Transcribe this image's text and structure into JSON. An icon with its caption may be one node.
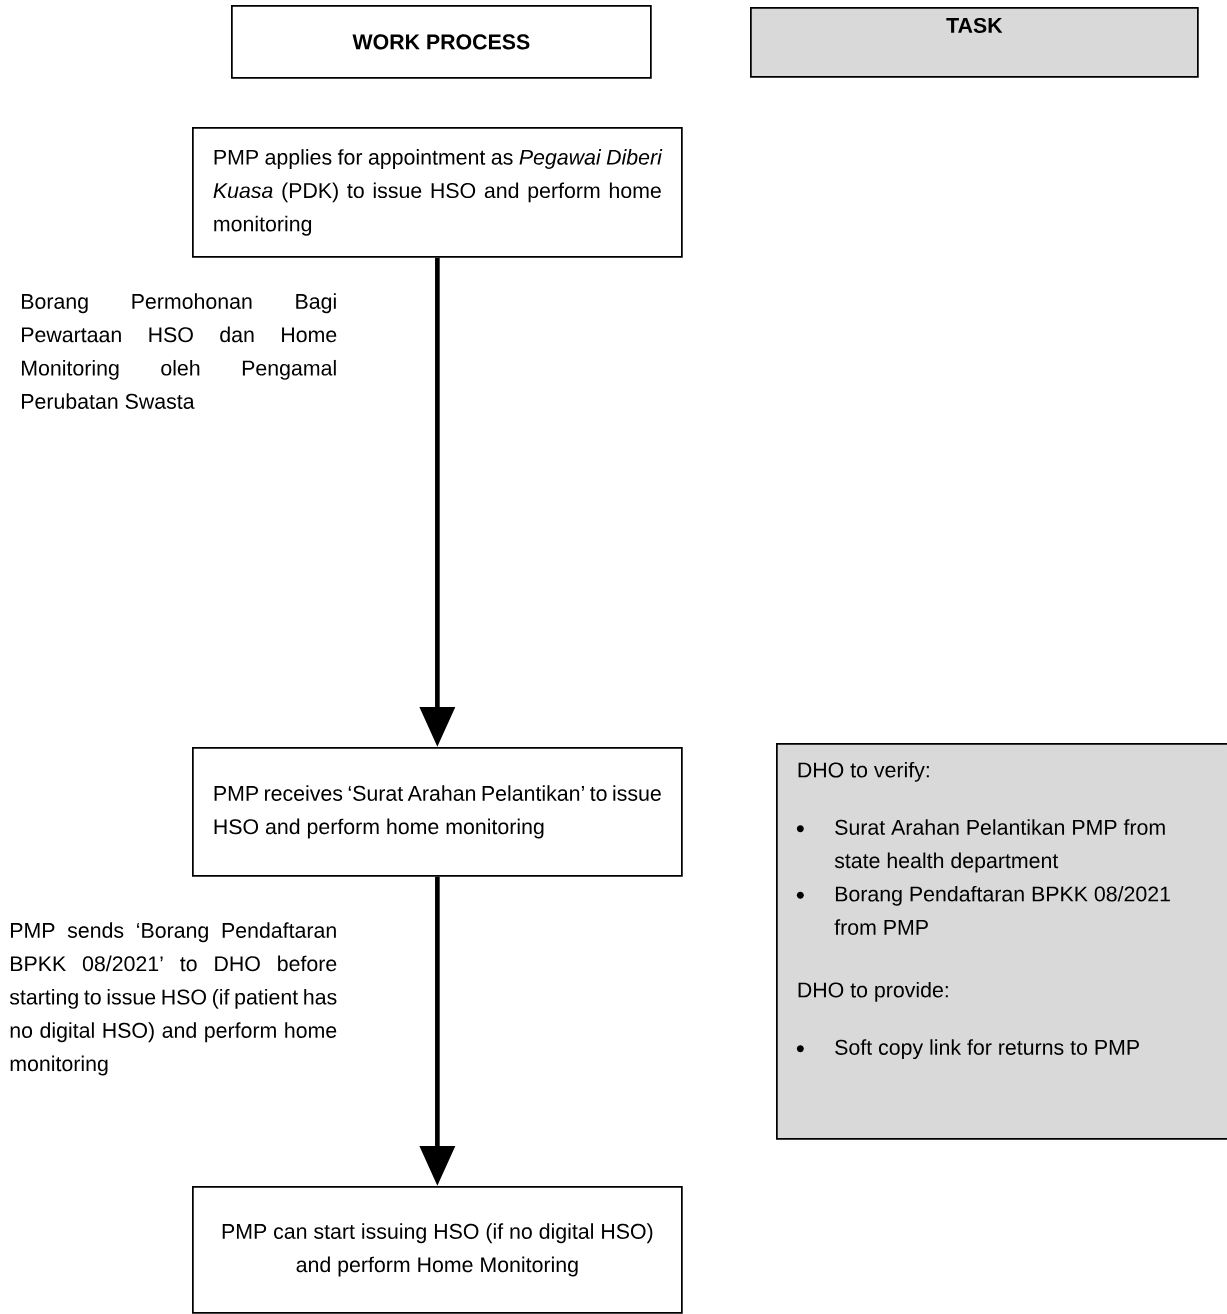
{
  "diagram": {
    "nodes": [
      {
        "text": [
          "WORK PROCESS"
        ]
      },
      {
        "text": [
          "TASK"
        ]
      },
      {
        "text": [
          "PMP  applies for appointment as *Pegawai Diberi Kuasa* (PDK) to issue HSO and perform home monitoring"
        ]
      },
      {
        "text": [
          "PMP receives ‘Surat Arahan Pelantikan’ to issue HSO and perform home monitoring"
        ]
      },
      {
        "text": [
          "PMP can start issuing HSO (if no digital HSO) and perform Home Monitoring"
        ]
      },
      {
        "text": [
          "DHO to verify:",
          "Surat Arahan Pelantikan PMP from state health department",
          "Borang Pendaftaran BPKK 08/2021 from PMP",
          "DHO to provide:",
          "Soft copy link for returns to PMP"
        ]
      }
    ],
    "edges": [
      {
        "from": 2,
        "to": 3,
        "arrow": "to"
      },
      {
        "from": 3,
        "to": 4,
        "arrow": "to"
      }
    ],
    "labels": [
      "Borang Permohonan Bagi Pewartaan HSO dan Home Monitoring oleh Pengamal Perubatan Swasta",
      "PMP sends ‘Borang Pendaftaran BPKK 08/2021’ to DHO  before starting to issue HSO (if patient has no digital HSO) and perform home monitoring"
    ]
  }
}
